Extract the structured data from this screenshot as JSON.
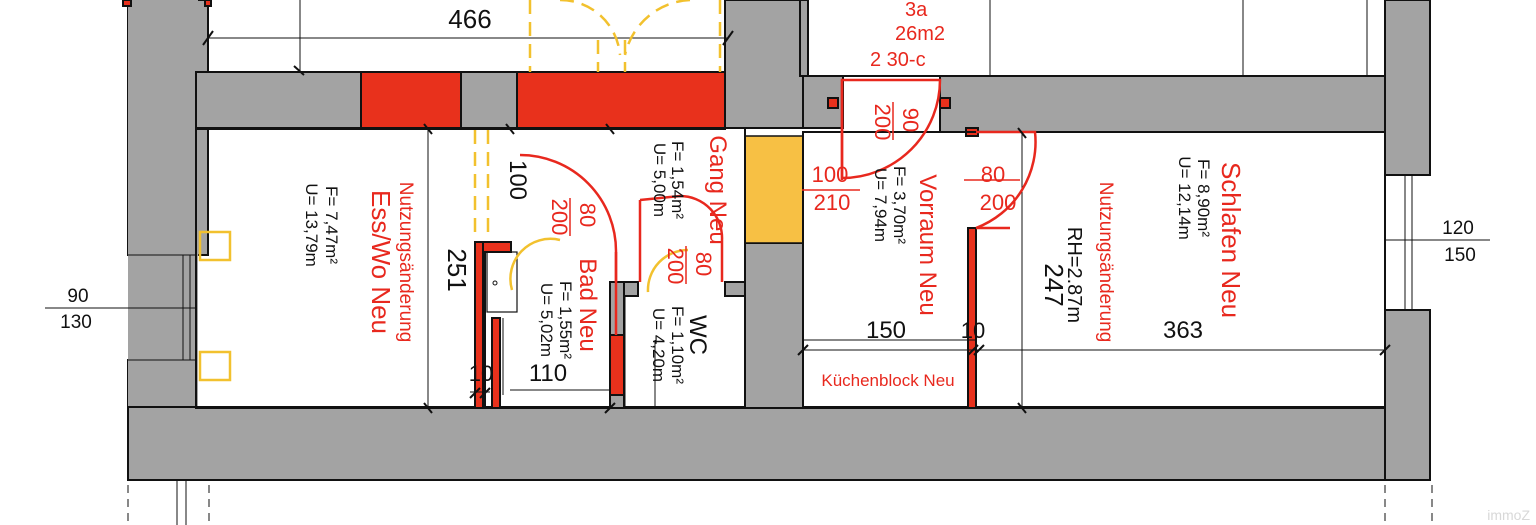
{
  "plan": {
    "top_dim": "466",
    "rooms": {
      "room_3a": {
        "name": "3a",
        "area": "26m2",
        "door": "2 30-c"
      },
      "esswo": {
        "usage": "Nutzungsänderung",
        "name": "Ess/Wo Neu",
        "area": "F= 7,47m²",
        "perimeter": "U= 13,79m",
        "dim_height": "251"
      },
      "bad": {
        "name": "Bad Neu",
        "area": "F= 1,55m²",
        "perimeter": "U= 5,02m",
        "door_w": "80",
        "door_h": "200",
        "dim_width": "110",
        "dim_wall": "10",
        "dim_door_side": "100"
      },
      "gang": {
        "name": "Gang Neu",
        "area": "F= 1,54m²",
        "perimeter": "U= 5,00m",
        "door_w": "80",
        "door_h": "200"
      },
      "wc": {
        "name": "WC",
        "area": "F= 1,10m²",
        "perimeter": "U= 4,20m"
      },
      "vorraum": {
        "name": "Vorraum Neu",
        "area": "F= 3,70m²",
        "perimeter": "U= 7,94m",
        "door_w": "90",
        "door_h": "200",
        "entry_w": "100",
        "entry_h": "210",
        "dim_width": "150",
        "dim_wall": "10"
      },
      "kueche": {
        "name": "Küchenblock Neu"
      },
      "schlafen": {
        "usage": "Nutzungsänderung",
        "name": "Schlafen Neu",
        "area": "F= 8,90m²",
        "perimeter": "U= 12,14m",
        "door_w": "80",
        "door_h": "200",
        "room_height": "RH=2.87m",
        "dim_height": "247",
        "dim_width": "363"
      }
    },
    "windows": {
      "left": {
        "width": "90",
        "height": "130"
      },
      "right": {
        "width": "120",
        "height": "150"
      }
    },
    "watermark": "immoZ",
    "colors": {
      "existing_wall": "#a3a3a3",
      "new_wall": "#e8311c",
      "opening": "#f7c044",
      "label_red": "#e8281e"
    }
  }
}
